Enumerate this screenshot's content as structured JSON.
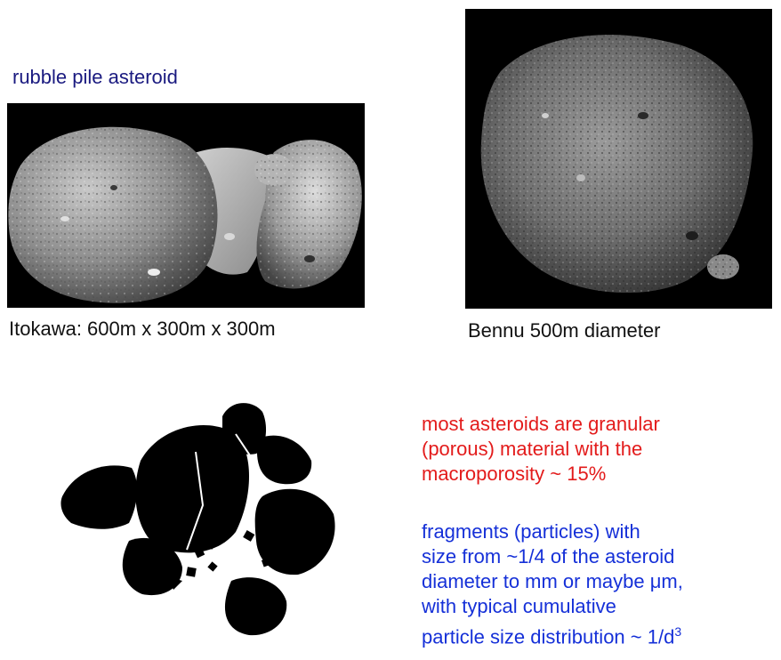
{
  "top_left": {
    "title": "rubble pile asteroid",
    "caption": "Itokawa:  600m x 300m x 300m"
  },
  "top_right": {
    "caption": "Bennu 500m diameter"
  },
  "notes": {
    "red_lines": [
      "most asteroids are granular",
      "(porous) material with the",
      "macroporosity ~ 15%"
    ],
    "blue_lines": [
      "fragments (particles) with",
      "size from ~1/4 of the asteroid",
      "diameter to mm or maybe μm,",
      "with typical cumulative"
    ],
    "blue_last_line": "particle size distribution ~ 1/d",
    "blue_last_superscript": "3"
  },
  "colors": {
    "title": "#1a1a80",
    "red_text": "#e31b1b",
    "blue_text": "#1530d8"
  },
  "icons": {
    "itokawa": "itokawa-photo",
    "bennu": "bennu-photo",
    "rubble": "rubble-pile-diagram"
  }
}
